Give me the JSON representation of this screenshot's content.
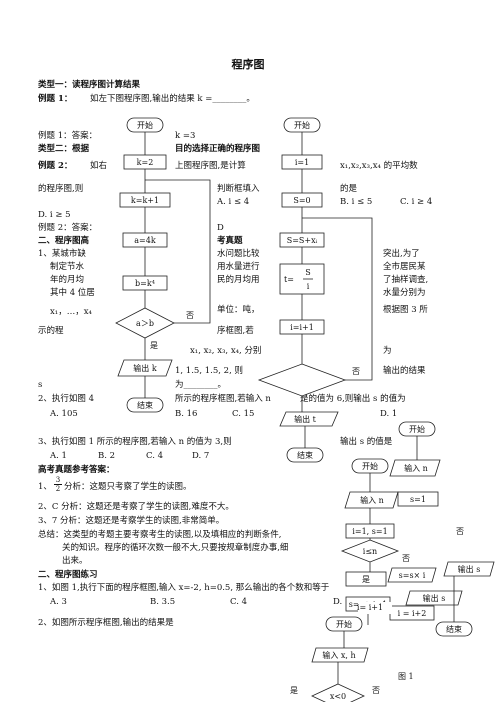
{
  "title": "程序图",
  "sec1": "类型一：读程序图计算结果",
  "ex1": "例题 1：",
  "ex1_text": "如左下图程序图,输出的结果 k =________。",
  "ex1_ans": "例题 1：答案：",
  "ex1_ans_val": "k =3",
  "sec2": "类型二：根据",
  "sec2b": "目的选择正确的程序图",
  "ex2": "例题 2：",
  "ex2_a": "如右",
  "ex2_b": "上图程序图,是计算",
  "ex2_c": "x₁,x₂,x₃,x₄ 的平均数",
  "ex2_d": "的程序图,则",
  "ex2_e": "判断框填入",
  "ex2_f": "的是",
  "ex2_optA": "A. i ≤ 4",
  "ex2_optB": "B. i ≤ 5",
  "ex2_optC": "C. i ≥ 4",
  "ex2_optD": "D. i ≥ 5",
  "ex2_ans": "例题 2：答案：",
  "ex2_ans_val": "D",
  "sec3": "二、程序图高",
  "sec3b": "考真题",
  "q1_a": "1、某城市缺",
  "q1_b": "水问题比较",
  "q1_c": "突出,为了",
  "q1_d": "制定节水",
  "q1_e": "用水量进行",
  "q1_f": "全市居民某",
  "q1_g": "年的月均",
  "q1_h": "民的月均用",
  "q1_i": "了抽样调查,",
  "q1_j": "其中 4 位居",
  "q1_k": "单位：吨，",
  "q1_l": "水量分别为",
  "q1_m": "x₁，…，x₄",
  "q1_n": "根据图 3 所",
  "q1_o": "示的程",
  "q1_p": "序框图,若",
  "q1_q": "x₁, x₂, x₃, x₄, 分别",
  "q1_r": "为",
  "q1_s": "1, 1.5, 1.5, 2, 则",
  "q1_t": "输出的结果",
  "q1_u": "s",
  "q1_v": "为________。",
  "q2": "2、执行如图 4",
  "q2b": "所示的程序框图,若输入 n",
  "q2c": "是的值为 6,则输出 s 的值为",
  "q2_A": "A. 105",
  "q2_B": "B. 16",
  "q2_C": "C. 15",
  "q2_D": "D. 1",
  "q3": "3、执行如图 1 所示的程序图,若输入 n 的值为 3,则",
  "q3b": "输出 s 的值是",
  "q3_A": "A. 1",
  "q3_B": "B. 2",
  "q3_C": "C. 4",
  "q3_D": "D. 7",
  "ans_title": "高考真题参考答案：",
  "a1": "1、",
  "a1_frac_n": "3",
  "a1_frac_d": "2",
  "a1_text": "分析：这题只考察了学生的读图。",
  "a2": "2、C 分析：这题还是考察了学生的读图,难度不大。",
  "a3": "3、7 分析：这题还是考察学生的读图,非常简单。",
  "sum1": "总结：这类型的考题主要考察考生的读图,以及填相应的判断条件,",
  "sum2": "关的知识。程序的循环次数一般不大,只要按规章制度办事,细",
  "sum3": "出来。",
  "sec4": "二、程序图练习",
  "p1": "1、如图 1,执行下面的程序框图,输入 x=-2, h=0.5, 那么输出的各个数和等于",
  "p1_A": "A. 3",
  "p1_B": "B. 3.5",
  "p1_C": "C. 4",
  "p1_D": "D.",
  "p2": "2、如图所示程序框图,输出的结果是",
  "fig1": "图 1",
  "fc": {
    "start": "开始",
    "end": "结束",
    "k2": "k=2",
    "kk1": "k=k+1",
    "a4k": "a=4k",
    "bk4": "b=k⁴",
    "acmp": "a＞b",
    "yes": "是",
    "no": "否",
    "outk": "输出 k",
    "i1": "i=1",
    "s0": "S=0",
    "ss": "S=S+xᵢ",
    "tsi": "t=",
    "S": "S",
    "i": "i",
    "ii1": "i=i+1",
    "outt": "输出 t",
    "inn": "输入 n",
    "s1": "s=1",
    "i1s1": "i=1, s=1",
    "iln": "i≤n",
    "sxi": "s=s× i",
    "ssi": "s=s+ i−1",
    "ii1b": "i= i+1",
    "i2": "i = i+2",
    "outs": "输出 s",
    "inxh": "输入 x, h",
    "xlt0": "x<0",
    "ne": "否",
    "shi": "是"
  }
}
